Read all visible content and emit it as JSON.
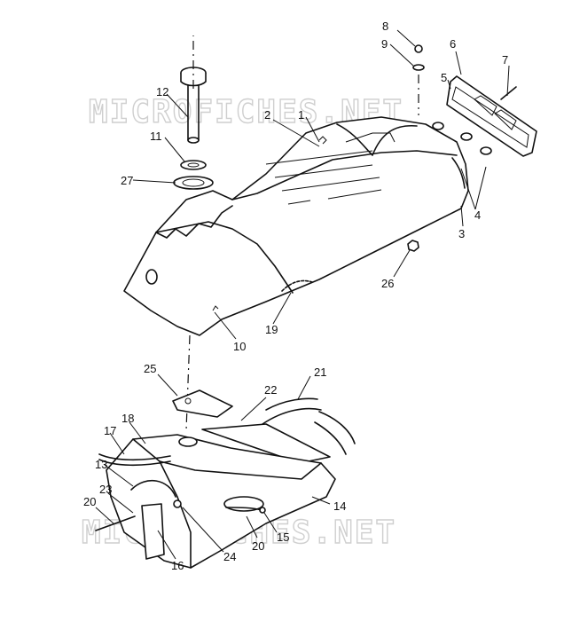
{
  "watermarks": [
    "MICROFICHES.NET",
    "MICROFICHES.NET"
  ],
  "callouts": [
    {
      "id": "c1",
      "text": "1"
    },
    {
      "id": "c2",
      "text": "2"
    },
    {
      "id": "c3",
      "text": "3"
    },
    {
      "id": "c4",
      "text": "4"
    },
    {
      "id": "c5",
      "text": "5"
    },
    {
      "id": "c6",
      "text": "6"
    },
    {
      "id": "c7",
      "text": "7"
    },
    {
      "id": "c8",
      "text": "8"
    },
    {
      "id": "c9",
      "text": "9"
    },
    {
      "id": "c10",
      "text": "10"
    },
    {
      "id": "c11",
      "text": "11"
    },
    {
      "id": "c12",
      "text": "12"
    },
    {
      "id": "c13",
      "text": "13"
    },
    {
      "id": "c14",
      "text": "14"
    },
    {
      "id": "c15",
      "text": "15"
    },
    {
      "id": "c16",
      "text": "16"
    },
    {
      "id": "c17",
      "text": "17"
    },
    {
      "id": "c18",
      "text": "18"
    },
    {
      "id": "c19",
      "text": "19"
    },
    {
      "id": "c20a",
      "text": "20"
    },
    {
      "id": "c20b",
      "text": "20"
    },
    {
      "id": "c21",
      "text": "21"
    },
    {
      "id": "c22",
      "text": "22"
    },
    {
      "id": "c23",
      "text": "23"
    },
    {
      "id": "c24",
      "text": "24"
    },
    {
      "id": "c25",
      "text": "25"
    },
    {
      "id": "c26",
      "text": "26"
    },
    {
      "id": "c27",
      "text": "27"
    }
  ]
}
